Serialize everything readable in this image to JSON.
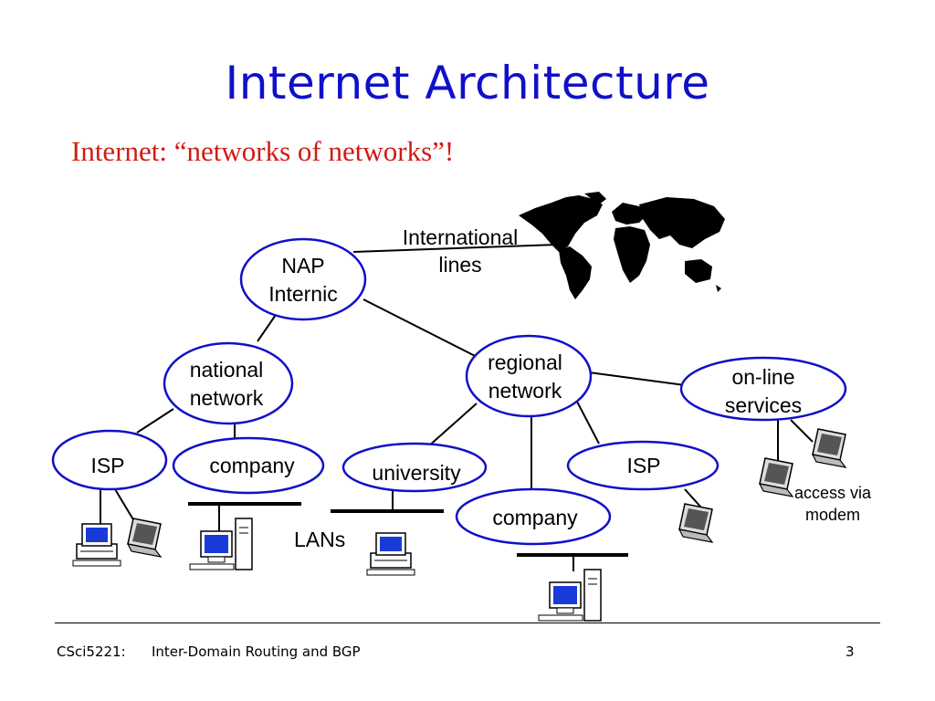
{
  "slide": {
    "title": "Internet Architecture",
    "subtitle": "Internet: “networks of networks”!",
    "footer": {
      "course": "CSci5221:",
      "topic": "Inter-Domain Routing and BGP",
      "page": "3"
    }
  },
  "colors": {
    "title": "#1010c8",
    "subtitle": "#d21a12",
    "node_border": "#1010c8",
    "screen": "#1a3ad8"
  },
  "nodes": {
    "nap": [
      "NAP",
      "Internic"
    ],
    "national": [
      "national",
      "network"
    ],
    "regional": [
      "regional",
      "network"
    ],
    "online": [
      "on-line",
      "services"
    ],
    "isp_left": "ISP",
    "company_left": "company",
    "university": "university",
    "company_center": "company",
    "isp_right": "ISP"
  },
  "labels": {
    "international": [
      "International",
      "lines"
    ],
    "lans": "LANs",
    "modem": [
      "access via",
      "modem"
    ]
  },
  "icons": [
    "world-map-icon",
    "desktop-computer-icon",
    "laptop-icon",
    "tower-computer-icon"
  ]
}
